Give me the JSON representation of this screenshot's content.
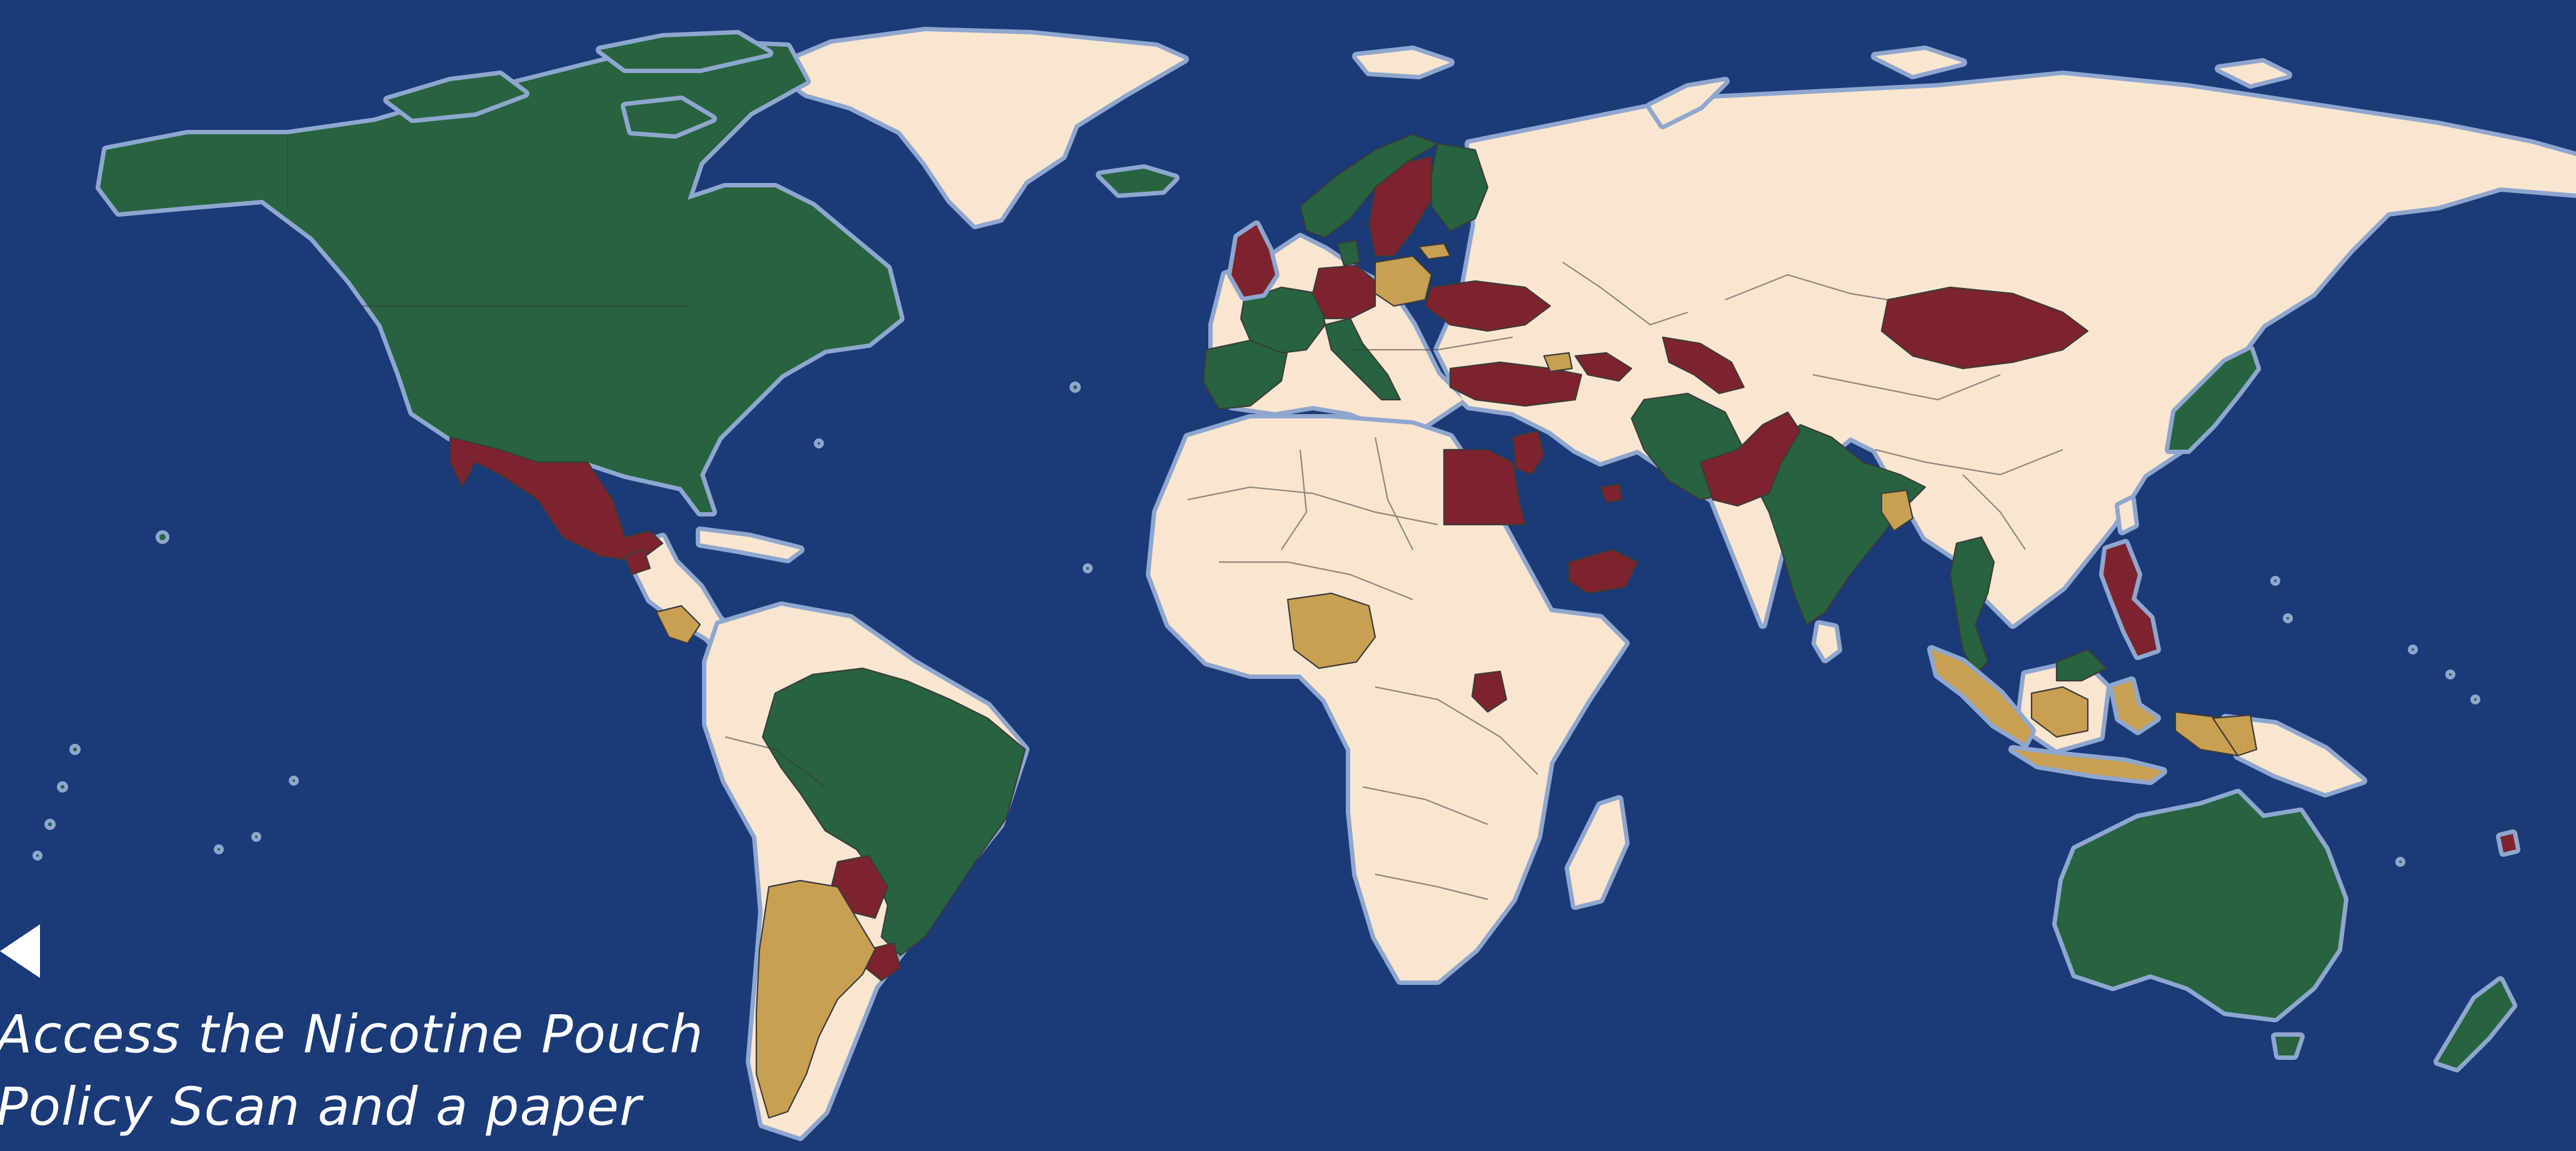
{
  "map": {
    "colors": {
      "ocean": "#1a3a78",
      "coast_glow": "#8fa6cf",
      "no_data": "#fae6cf",
      "green": "#27633f",
      "red": "#7d232d",
      "gold": "#c9a052",
      "border": "#3b3b3b"
    },
    "green_countries": [
      "Canada",
      "United States",
      "Brazil",
      "Spain",
      "France",
      "Italy",
      "Norway",
      "Finland",
      "Denmark",
      "Iceland",
      "Iran",
      "India",
      "Thailand",
      "Japan",
      "Australia",
      "New Zealand",
      "Malaysia"
    ],
    "red_countries": [
      "Mexico",
      "Guatemala",
      "Paraguay",
      "Uruguay",
      "United Kingdom",
      "Sweden",
      "Germany",
      "Ukraine",
      "Turkey",
      "Georgia",
      "Azerbaijan",
      "Uzbekistan",
      "Mongolia",
      "Egypt",
      "Israel",
      "Jordan",
      "Saudi Arabia",
      "Yemen",
      "Pakistan",
      "Uganda",
      "Philippines",
      "Vanuatu"
    ],
    "gold_countries": [
      "Argentina",
      "Honduras",
      "Nicaragua",
      "Nigeria",
      "Poland",
      "Lithuania",
      "Bangladesh",
      "Indonesia",
      "Papua New Guinea",
      "Armenia"
    ]
  },
  "panel": {
    "arrow_icon": "triangle-left",
    "cta_line1": "Access the Nicotine Pouch",
    "cta_line2": "Policy Scan and a paper"
  }
}
